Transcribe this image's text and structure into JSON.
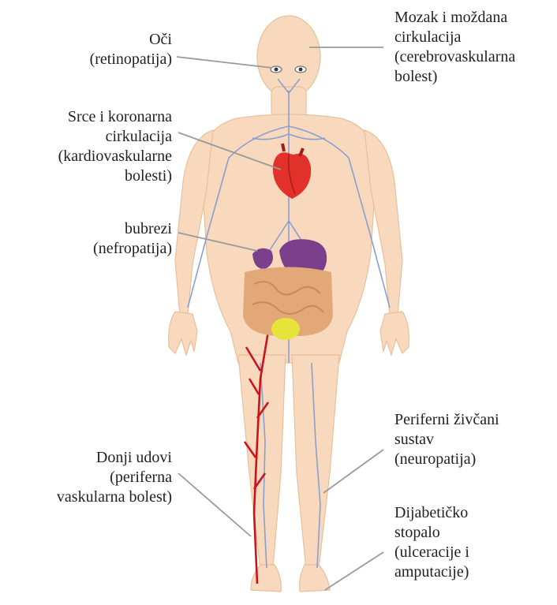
{
  "colors": {
    "skin": "#f8d9bd",
    "skin_edge": "#e9bf9b",
    "vein": "#8a9fd0",
    "artery": "#c8141b",
    "heart": "#e2312a",
    "organ_purple": "#7b3f8c",
    "intestine": "#e3a877",
    "bladder": "#e6e33a",
    "leader": "#9a9a9a",
    "text": "#222222"
  },
  "labels": {
    "eyes": [
      "Oči",
      "(retinopatija)"
    ],
    "brain": [
      "Mozak i moždana",
      "cirkulacija",
      "(cerebrovaskularna",
      "bolest)"
    ],
    "heart": [
      "Srce i koronarna",
      "cirkulacija",
      "(kardiovaskularne",
      "bolesti)"
    ],
    "kidneys": [
      "bubrezi",
      "(nefropatija)"
    ],
    "peripheral_nerves": [
      "Periferni živčani",
      "sustav",
      "(neuropatija)"
    ],
    "lower_limbs": [
      "Donji udovi",
      "(periferna",
      "vaskularna bolest)"
    ],
    "diabetic_foot": [
      "Dijabetičko",
      "stopalo",
      "(ulceracije i",
      "amputacije)"
    ]
  }
}
